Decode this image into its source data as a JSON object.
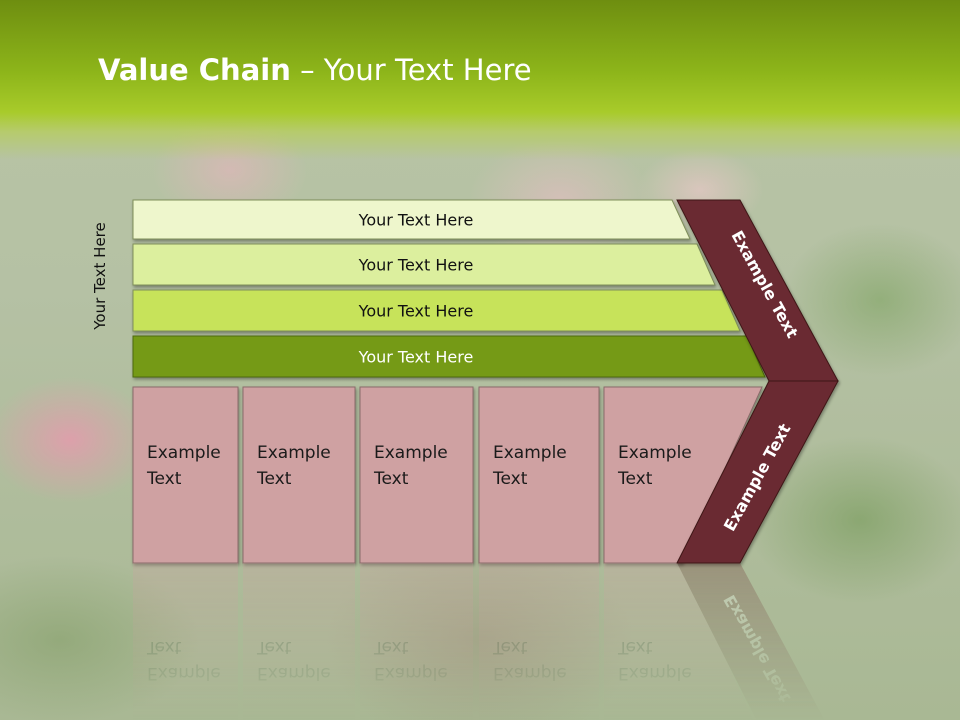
{
  "title": {
    "bold": "Value Chain",
    "rest": " – Your Text Here"
  },
  "vertical_label": "Your Text Here",
  "bars": [
    {
      "label": "Your Text Here",
      "fill": "#eef6cc"
    },
    {
      "label": "Your Text Here",
      "fill": "#dcef9e"
    },
    {
      "label": "Your Text Here",
      "fill": "#c7e35a"
    },
    {
      "label": "Your Text Here",
      "fill": "#749a14"
    }
  ],
  "boxes": [
    {
      "line1": "Example",
      "line2": "Text"
    },
    {
      "line1": "Example",
      "line2": "Text"
    },
    {
      "line1": "Example",
      "line2": "Text"
    },
    {
      "line1": "Example",
      "line2": "Text"
    },
    {
      "line1": "Example",
      "line2": "Text"
    }
  ],
  "chevron_upper": "Example Text",
  "chevron_lower": "Example Text",
  "colors": {
    "box_fill": "#cfa1a2",
    "chevron_fill": "#6b2c30",
    "header_green": "#8db51a"
  }
}
